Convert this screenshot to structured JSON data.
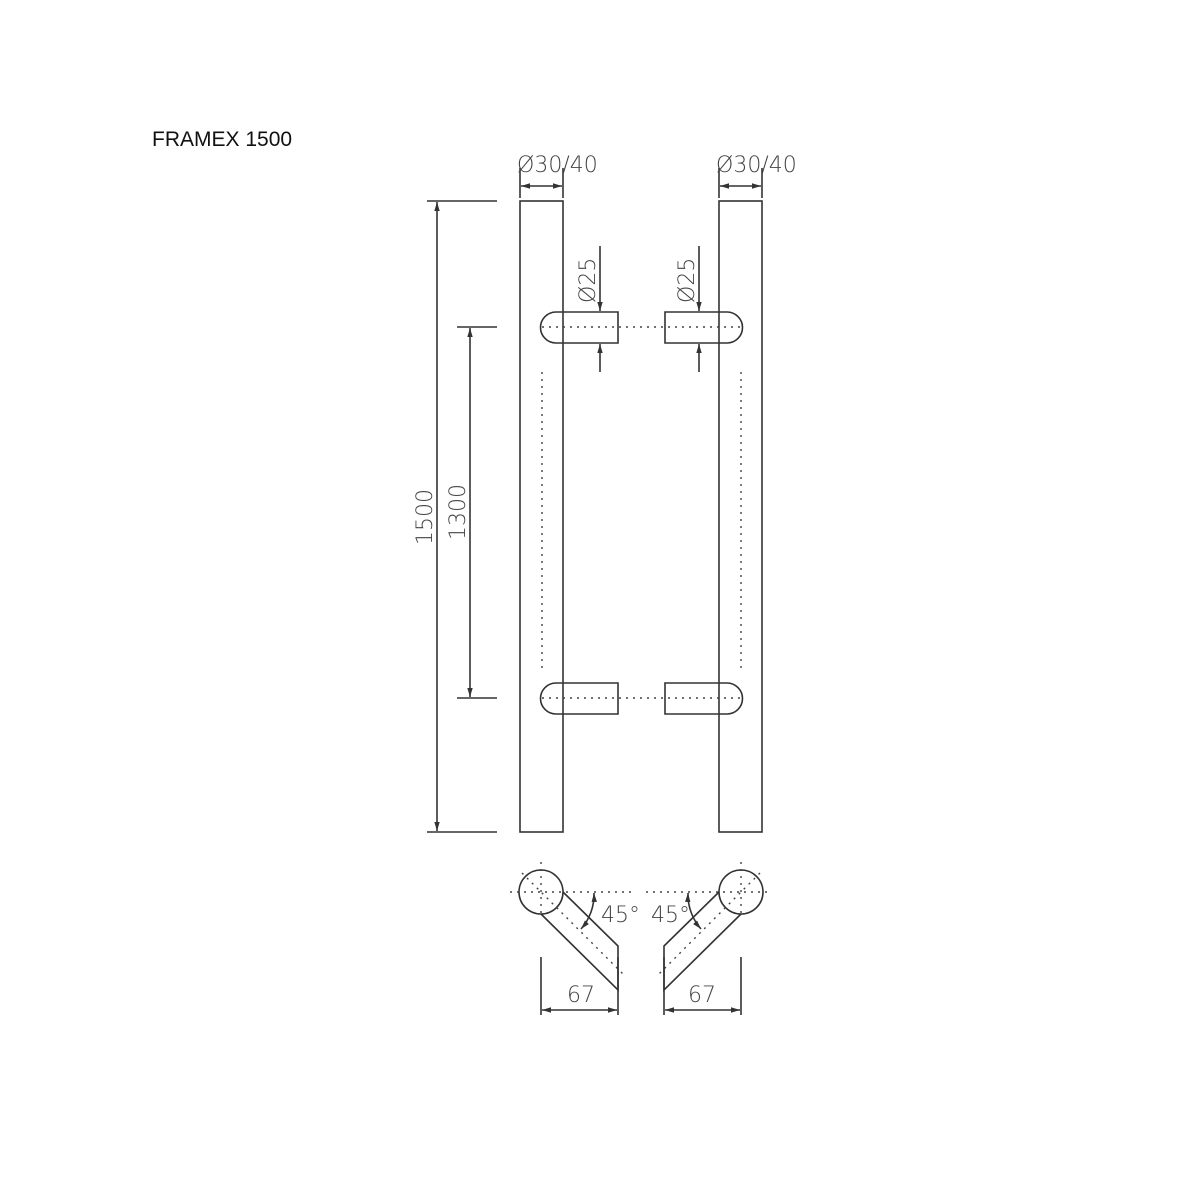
{
  "title": "FRAMEX 1500",
  "dimensions": {
    "bar_diameter_left": "Ø30/40",
    "bar_diameter_right": "Ø30/40",
    "standoff_diameter_left": "Ø25",
    "standoff_diameter_right": "Ø25",
    "total_length": "1500",
    "center_distance": "1300",
    "angle_left": "45°",
    "angle_right": "45°",
    "offset_left": "67",
    "offset_right": "67"
  },
  "colors": {
    "line": "#333333"
  }
}
